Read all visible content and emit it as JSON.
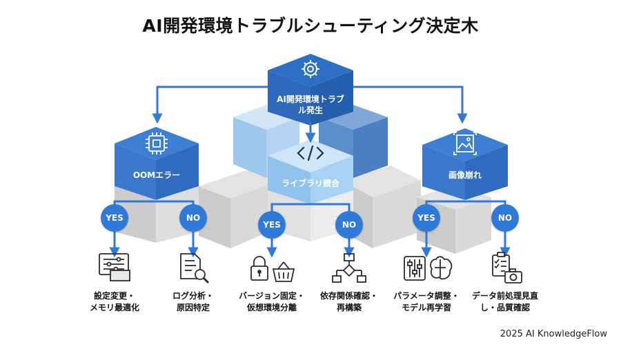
{
  "title": "AI開発環境トラブルシューティング決定木",
  "root": {
    "label_line1": "AI開発環境トラブ",
    "label_line2": "ル発生",
    "icon": "gear-icon"
  },
  "branches": [
    {
      "label": "OOMエラー",
      "icon": "chip-icon",
      "yes": {
        "badge": "YES",
        "line1": "設定変更・",
        "line2": "メモリ最適化",
        "icon": "ram-settings-icon"
      },
      "no": {
        "badge": "NO",
        "line1": "ログ分析・",
        "line2": "原因特定",
        "icon": "document-search-icon"
      }
    },
    {
      "label": "ライブラリ競合",
      "icon": "code-icon",
      "yes": {
        "badge": "YES",
        "line1": "バージョン固定・",
        "line2": "仮想環境分離",
        "icon": "lock-basket-icon"
      },
      "no": {
        "badge": "NO",
        "line1": "依存関係確認・",
        "line2": "再構築",
        "icon": "flowchart-icon"
      }
    },
    {
      "label": "画像崩れ",
      "icon": "image-icon",
      "yes": {
        "badge": "YES",
        "line1": "パラメータ調整・",
        "line2": "モデル再学習",
        "icon": "sliders-brain-icon"
      },
      "no": {
        "badge": "NO",
        "line1": "データ前処理見直",
        "line2": "し・品質確認",
        "icon": "checklist-camera-icon"
      }
    }
  ],
  "footer": "2025 AI KnowledgeFlow"
}
